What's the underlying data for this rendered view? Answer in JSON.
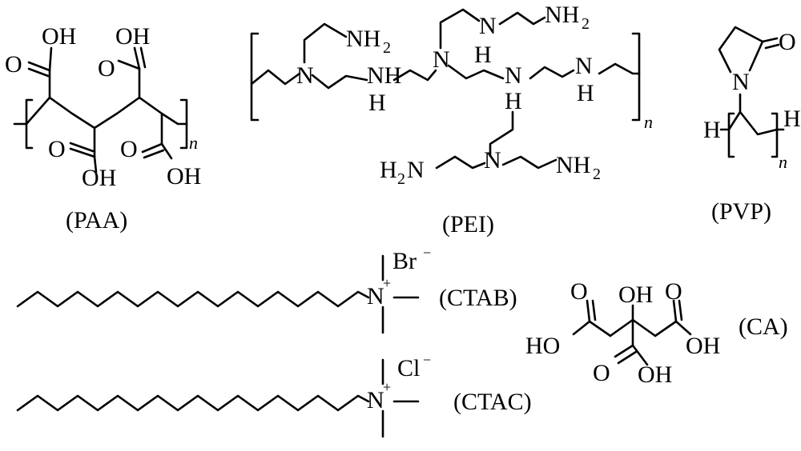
{
  "atoms": {
    "oh": "OH",
    "ho": "HO",
    "o": "O",
    "n": "N",
    "h": "H",
    "nh": "NH",
    "sub2": "2",
    "index_n": "n",
    "n_plus": "N",
    "plus": "+"
  },
  "anions": {
    "ctab_ion": "Br",
    "ctac_ion": "Cl",
    "minus": "−"
  },
  "labels": {
    "paa": "(PAA)",
    "pei": "(PEI)",
    "pvp": "(PVP)",
    "ctab": "(CTAB)",
    "ctac": "(CTAC)",
    "ca": "(CA)"
  }
}
